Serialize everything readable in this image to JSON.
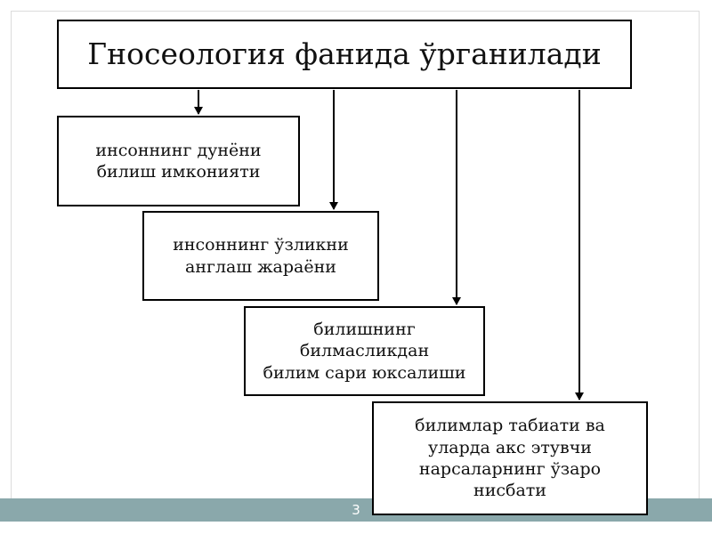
{
  "diagram": {
    "title": "Гносеология фанида ўрганилади",
    "boxes": [
      {
        "lines": [
          "инсоннинг дунёни",
          "билиш имконияти"
        ]
      },
      {
        "lines": [
          "инсоннинг ўзликни",
          "англаш жараёни"
        ]
      },
      {
        "lines": [
          "билишнинг",
          "билмасликдан",
          "билим сари юксалиши"
        ]
      },
      {
        "lines": [
          "билимлар табиати ва",
          "уларда акс этувчи",
          "нарсаларнинг ўзаро",
          "нисбати"
        ]
      }
    ]
  },
  "footer": {
    "page_number": "3",
    "bar_color": "#8aa8ab"
  }
}
